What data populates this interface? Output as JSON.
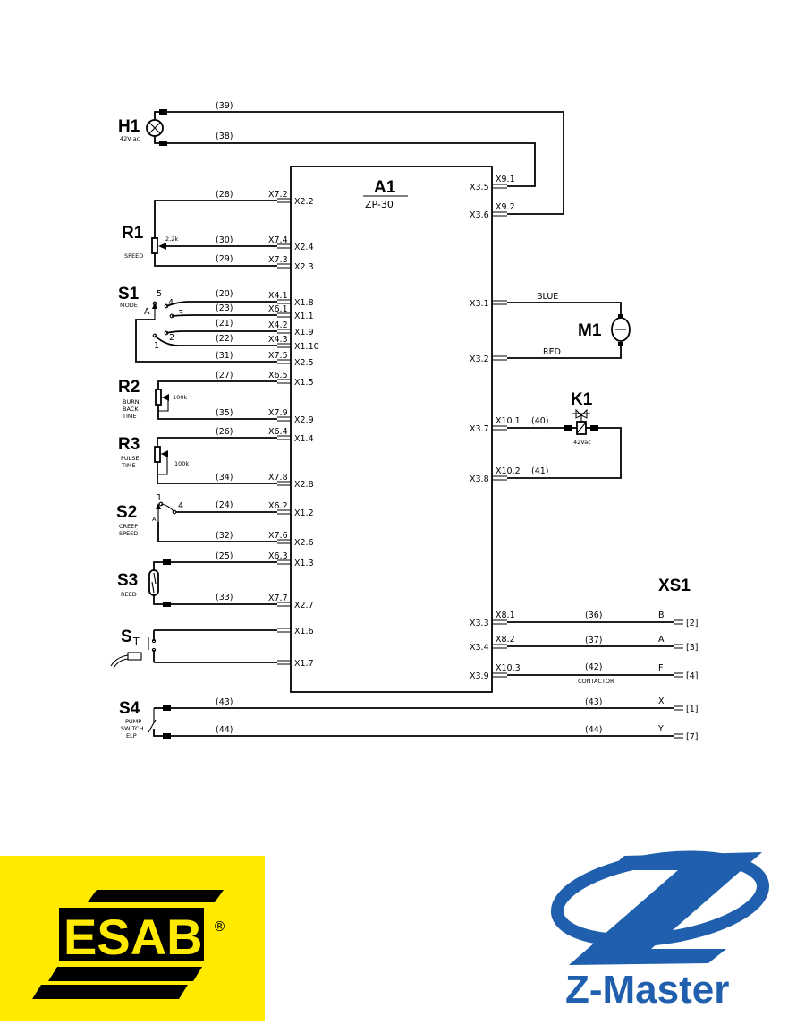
{
  "components": {
    "H1": {
      "ref": "H1",
      "note": "42V ac"
    },
    "R1": {
      "ref": "R1",
      "value": "2,2k",
      "note": "SPEED"
    },
    "S1": {
      "ref": "S1",
      "note": "MODE",
      "positions": [
        "5",
        "4",
        "3",
        "2",
        "1",
        "A"
      ]
    },
    "R2": {
      "ref": "R2",
      "value": "100k",
      "note": [
        "BURN",
        "BACK",
        "TIME"
      ]
    },
    "R3": {
      "ref": "R3",
      "value": "100k",
      "note": [
        "PULSE",
        "TIME"
      ]
    },
    "S2": {
      "ref": "S2",
      "note": [
        "CREEP",
        "SPEED"
      ],
      "positions": [
        "1",
        "4",
        "A"
      ]
    },
    "S3": {
      "ref": "S3",
      "note": "REED"
    },
    "ST": {
      "ref": "S",
      "sub": "T"
    },
    "S4": {
      "ref": "S4",
      "note": [
        "PUMP",
        "SWITCH",
        "ELP"
      ]
    },
    "A1": {
      "ref": "A1",
      "model": "ZP-30"
    },
    "M1": {
      "ref": "M1"
    },
    "K1": {
      "ref": "K1",
      "note": "42Vac"
    },
    "XS1": {
      "ref": "XS1"
    }
  },
  "wires": [
    {
      "num": "(39)"
    },
    {
      "num": "(38)"
    },
    {
      "num": "(28)"
    },
    {
      "num": "(30)"
    },
    {
      "num": "(29)"
    },
    {
      "num": "(20)"
    },
    {
      "num": "(23)"
    },
    {
      "num": "(21)"
    },
    {
      "num": "(22)"
    },
    {
      "num": "(31)"
    },
    {
      "num": "(27)"
    },
    {
      "num": "(35)"
    },
    {
      "num": "(26)"
    },
    {
      "num": "(34)"
    },
    {
      "num": "(24)"
    },
    {
      "num": "(32)"
    },
    {
      "num": "(25)"
    },
    {
      "num": "(33)"
    },
    {
      "num": "(43)"
    },
    {
      "num": "(44)"
    },
    {
      "num": "(40)"
    },
    {
      "num": "(41)"
    },
    {
      "num": "(36)"
    },
    {
      "num": "(37)"
    },
    {
      "num": "(42)"
    },
    {
      "num": "(43)"
    },
    {
      "num": "(44)"
    }
  ],
  "left_terminals": [
    {
      "plug": "X7.2",
      "pin": "X2.2"
    },
    {
      "plug": "X7.4",
      "pin": "X2.4"
    },
    {
      "plug": "X7.3",
      "pin": "X2.3"
    },
    {
      "plug": "X4.1",
      "pin": "X1.8"
    },
    {
      "plug": "X6.1",
      "pin": "X1.1"
    },
    {
      "plug": "X4.2",
      "pin": "X1.9"
    },
    {
      "plug": "X4.3",
      "pin": "X1.10"
    },
    {
      "plug": "X7.5",
      "pin": "X2.5"
    },
    {
      "plug": "X6.5",
      "pin": "X1.5"
    },
    {
      "plug": "X7.9",
      "pin": "X2.9"
    },
    {
      "plug": "X6.4",
      "pin": "X1.4"
    },
    {
      "plug": "X7.8",
      "pin": "X2.8"
    },
    {
      "plug": "X6.2",
      "pin": "X1.2"
    },
    {
      "plug": "X7.6",
      "pin": "X2.6"
    },
    {
      "plug": "X6.3",
      "pin": "X1.3"
    },
    {
      "plug": "X7.7",
      "pin": "X2.7"
    },
    {
      "plug": "",
      "pin": "X1.6"
    },
    {
      "plug": "",
      "pin": "X1.7"
    }
  ],
  "right_terminals": [
    {
      "pin": "X3.5",
      "plug": "X9.1"
    },
    {
      "pin": "X3.6",
      "plug": "X9.2"
    },
    {
      "pin": "X3.1",
      "plug": ""
    },
    {
      "pin": "X3.2",
      "plug": ""
    },
    {
      "pin": "X3.7",
      "plug": "X10.1"
    },
    {
      "pin": "X3.8",
      "plug": "X10.2"
    },
    {
      "pin": "X3.3",
      "plug": "X8.1"
    },
    {
      "pin": "X3.4",
      "plug": "X8.2"
    },
    {
      "pin": "X3.9",
      "plug": "X10.3"
    }
  ],
  "motor_wires": {
    "top": "BLUE",
    "bottom": "RED"
  },
  "xs1_pins": [
    {
      "letter": "B",
      "num": "[2]"
    },
    {
      "letter": "A",
      "num": "[3]"
    },
    {
      "letter": "F",
      "num": "[4]"
    },
    {
      "letter": "X",
      "num": "[1]"
    },
    {
      "letter": "Y",
      "num": "[7]"
    }
  ],
  "contactor_label": "CONTACTOR",
  "logos": {
    "esab": {
      "text": "ESAB",
      "reg": "®",
      "bg_color": "#ffea00",
      "mark_color": "#000000"
    },
    "zmaster": {
      "text": "Z-Master",
      "color": "#1f5fad"
    }
  }
}
